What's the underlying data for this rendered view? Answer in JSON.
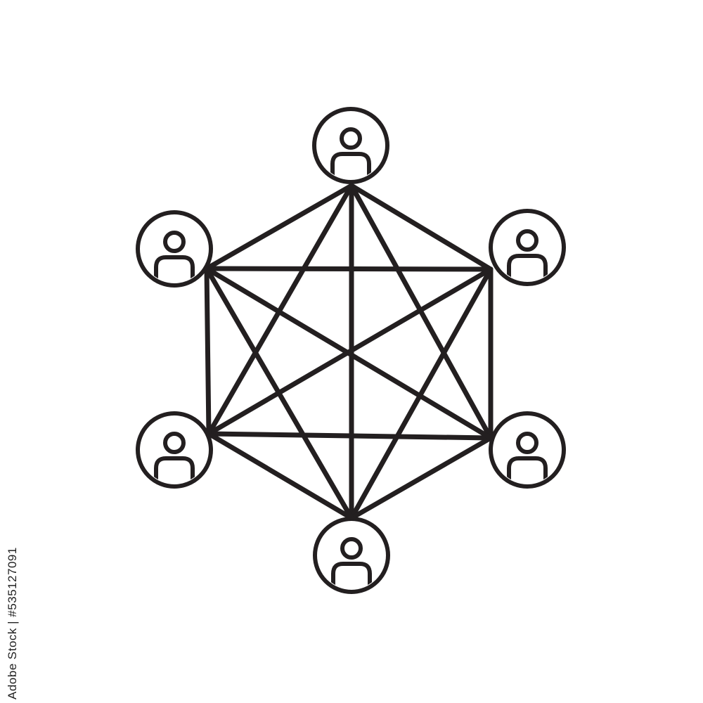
{
  "diagram": {
    "icon_name": "user-network-icon",
    "stroke_color": "#231f20",
    "background_color": "#ffffff",
    "nodes": [
      {
        "id": "top",
        "icon": "user-icon"
      },
      {
        "id": "upper-right",
        "icon": "user-icon"
      },
      {
        "id": "lower-right",
        "icon": "user-icon"
      },
      {
        "id": "bottom",
        "icon": "user-icon"
      },
      {
        "id": "lower-left",
        "icon": "user-icon"
      },
      {
        "id": "upper-left",
        "icon": "user-icon"
      }
    ],
    "edges": [
      [
        "top",
        "upper-right"
      ],
      [
        "top",
        "lower-right"
      ],
      [
        "top",
        "bottom"
      ],
      [
        "top",
        "lower-left"
      ],
      [
        "top",
        "upper-left"
      ],
      [
        "upper-right",
        "lower-right"
      ],
      [
        "upper-right",
        "bottom"
      ],
      [
        "upper-right",
        "lower-left"
      ],
      [
        "upper-right",
        "upper-left"
      ],
      [
        "lower-right",
        "bottom"
      ],
      [
        "lower-right",
        "lower-left"
      ],
      [
        "lower-right",
        "upper-left"
      ],
      [
        "bottom",
        "lower-left"
      ],
      [
        "bottom",
        "upper-left"
      ],
      [
        "lower-left",
        "upper-left"
      ]
    ]
  },
  "watermark": {
    "stock_id": "Adobe Stock | #535127091"
  }
}
